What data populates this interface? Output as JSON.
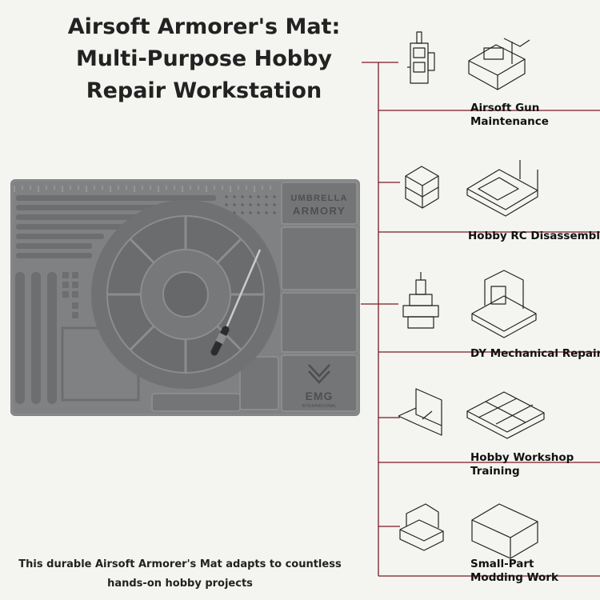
{
  "title": [
    "Airsoft Armorer's Mat:",
    "Multi-Purpose Hobby",
    "Repair Workstation"
  ],
  "caption": [
    "This durable Airsoft Armorer's Mat adapts to countless",
    "hands-on hobby projects"
  ],
  "mat": {
    "brand_top": "UMBRELLA",
    "brand_bottom": "ARMORY",
    "logo_text": "EMG",
    "logo_sub": "INTERNATIONAL",
    "color": "#7d7f80"
  },
  "applications": [
    {
      "icon_left": "gearbox-icon",
      "icon_right": "receiver-block-icon",
      "lines": [
        "Airsoft Gun",
        "Maintenance"
      ]
    },
    {
      "icon_left": "stacked-cubes-icon",
      "icon_right": "rc-chassis-icon",
      "lines": [
        "Hobby RC Disassembly"
      ]
    },
    {
      "icon_left": "tiered-part-icon",
      "icon_right": "frame-bracket-icon",
      "lines": [
        "DY Mechanical Repair"
      ]
    },
    {
      "icon_left": "panel-stand-icon",
      "icon_right": "grid-tray-icon",
      "lines": [
        "Hobby Workshop",
        "Training"
      ]
    },
    {
      "icon_left": "small-block-icon",
      "icon_right": "long-block-icon",
      "lines": [
        "Small-Part",
        "Modding Work"
      ]
    }
  ],
  "accent_color": "#7a1a24"
}
